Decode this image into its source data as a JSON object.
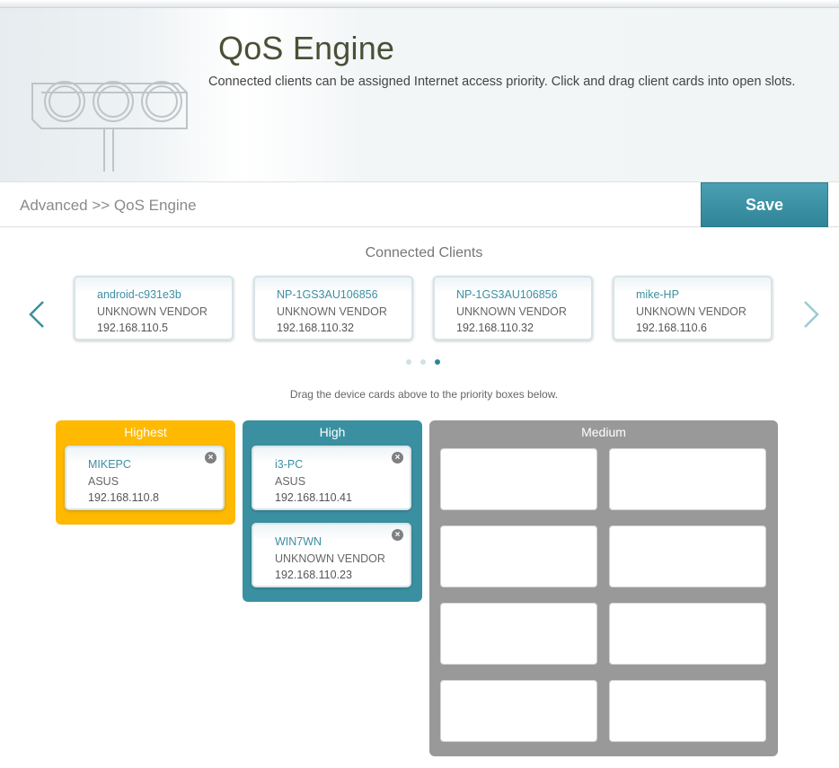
{
  "header": {
    "title": "QoS Engine",
    "description": "Connected clients can be assigned Internet access priority. Click and drag client cards into open slots."
  },
  "breadcrumb": "Advanced >> QoS Engine",
  "toolbar": {
    "save_label": "Save"
  },
  "connected_clients": {
    "title": "Connected Clients",
    "cards": [
      {
        "name": "android-c931e3b",
        "vendor": "UNKNOWN VENDOR",
        "ip": "192.168.110.5"
      },
      {
        "name": "NP-1GS3AU106856",
        "vendor": "UNKNOWN VENDOR",
        "ip": "192.168.110.32"
      },
      {
        "name": "NP-1GS3AU106856",
        "vendor": "UNKNOWN VENDOR",
        "ip": "192.168.110.32"
      },
      {
        "name": "mike-HP",
        "vendor": "UNKNOWN VENDOR",
        "ip": "192.168.110.6"
      }
    ],
    "pages": 3,
    "current_page": 3
  },
  "instruction": "Drag the device cards above to the priority boxes below.",
  "priority": {
    "highest": {
      "title": "Highest",
      "cards": [
        {
          "name": "MIKEPC",
          "vendor": "ASUS",
          "ip": "192.168.110.8"
        }
      ]
    },
    "high": {
      "title": "High",
      "cards": [
        {
          "name": "i3-PC",
          "vendor": "ASUS",
          "ip": "192.168.110.41"
        },
        {
          "name": "WIN7WN",
          "vendor": "UNKNOWN VENDOR",
          "ip": "192.168.110.23"
        }
      ]
    },
    "medium": {
      "title": "Medium",
      "empty_slots": 8
    }
  },
  "colors": {
    "accent": "#3a90a1",
    "highest": "#ffb900",
    "high": "#3a90a1",
    "medium": "#999999",
    "title_text": "#4a4f36"
  },
  "icons": {
    "header": "traffic-light-icon",
    "prev": "chevron-left-icon",
    "next": "chevron-right-icon",
    "remove": "remove-circle-icon"
  }
}
